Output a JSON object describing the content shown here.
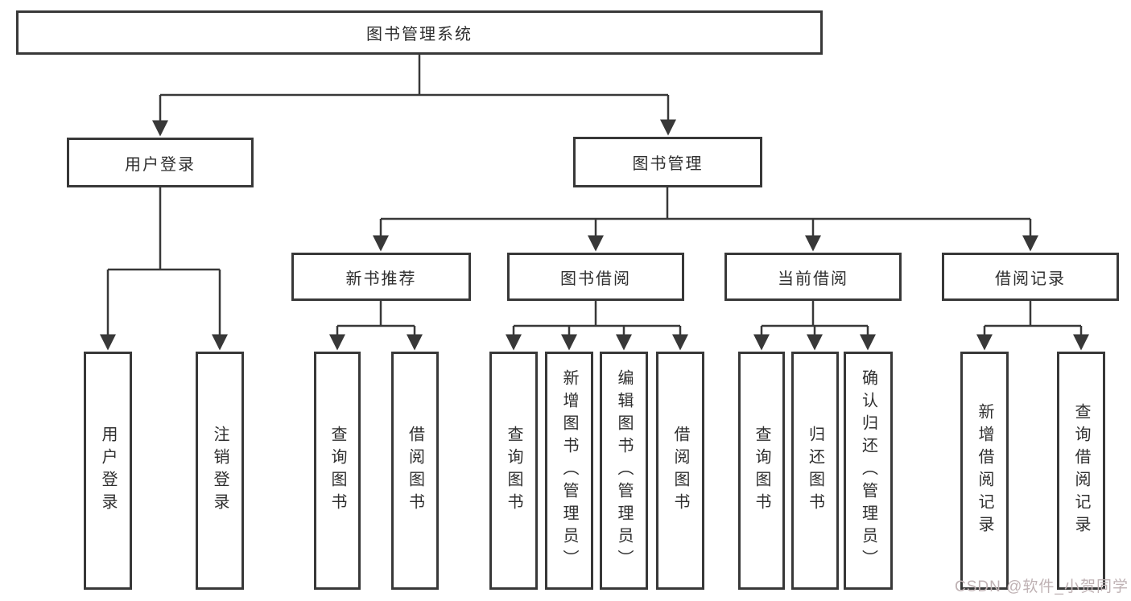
{
  "diagram_title": "图书管理系统",
  "tree": {
    "label": "图书管理系统",
    "children": [
      {
        "label": "用户登录",
        "children": [
          {
            "label": "用户登录"
          },
          {
            "label": "注销登录"
          }
        ]
      },
      {
        "label": "图书管理",
        "children": [
          {
            "label": "新书推荐",
            "children": [
              {
                "label": "查询图书"
              },
              {
                "label": "借阅图书"
              }
            ]
          },
          {
            "label": "图书借阅",
            "children": [
              {
                "label": "查询图书"
              },
              {
                "label": "新增图书（管理员）"
              },
              {
                "label": "编辑图书（管理员）"
              },
              {
                "label": "借阅图书"
              }
            ]
          },
          {
            "label": "当前借阅",
            "children": [
              {
                "label": "查询图书"
              },
              {
                "label": "归还图书"
              },
              {
                "label": "确认归还（管理员）"
              }
            ]
          },
          {
            "label": "借阅记录",
            "children": [
              {
                "label": "新增借阅记录"
              },
              {
                "label": "查询借阅记录"
              }
            ]
          }
        ]
      }
    ]
  },
  "watermark": {
    "text": "CSDN @软件_小贺同学"
  },
  "colors": {
    "line": "#383838",
    "box_border": "#383838",
    "text": "#2f2f2f",
    "watermark": "#bfb2b4",
    "background": "#ffffff"
  }
}
